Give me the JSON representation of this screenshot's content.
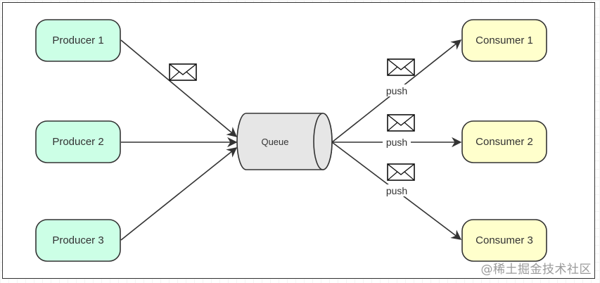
{
  "producers": [
    {
      "label": "Producer 1"
    },
    {
      "label": "Producer 2"
    },
    {
      "label": "Producer 3"
    }
  ],
  "queue": {
    "label": "Queue"
  },
  "consumers": [
    {
      "label": "Consumer 1"
    },
    {
      "label": "Consumer 2"
    },
    {
      "label": "Consumer 3"
    }
  ],
  "edge_labels": [
    "push",
    "push",
    "push"
  ],
  "watermark": "@稀土掘金技术社区",
  "colors": {
    "producer_fill": "#ccffe6",
    "consumer_fill": "#ffffcc",
    "queue_fill": "#e6e6e6",
    "stroke": "#333333",
    "edge": "#333333"
  },
  "icons": [
    "envelope-icon",
    "envelope-icon",
    "envelope-icon",
    "envelope-icon"
  ]
}
